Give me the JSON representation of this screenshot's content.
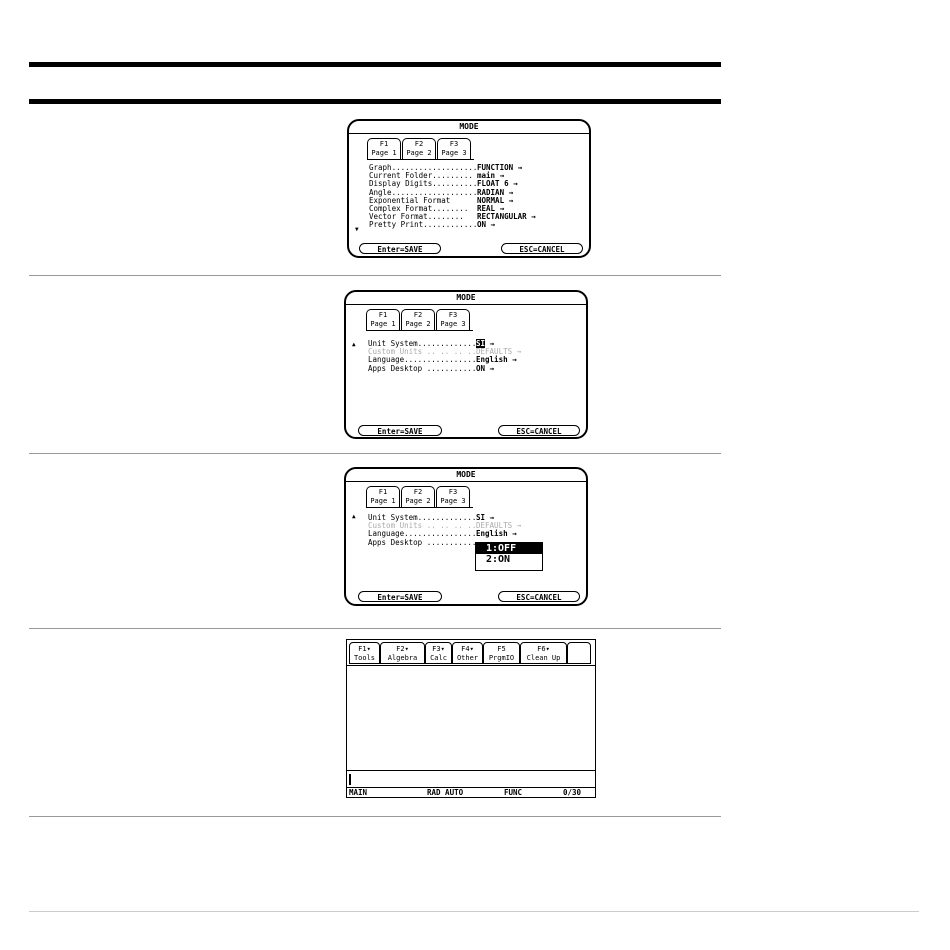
{
  "mode_page1": {
    "title": "MODE",
    "tabs": [
      {
        "key": "F1",
        "label": "Page 1"
      },
      {
        "key": "F2",
        "label": "Page 2"
      },
      {
        "key": "F3",
        "label": "Page 3"
      }
    ],
    "settings": [
      {
        "label": "Graph.........................",
        "value": "FUNCTION →"
      },
      {
        "label": "Current Folder.........",
        "value": "main →"
      },
      {
        "label": "Display Digits............",
        "value": "FLOAT 6 →"
      },
      {
        "label": "Angle..........................",
        "value": "RADIAN →"
      },
      {
        "label": "Exponential Format",
        "value": "NORMAL →"
      },
      {
        "label": "Complex Format........",
        "value": "REAL →"
      },
      {
        "label": "Vector Format........",
        "value": "RECTANGULAR →"
      },
      {
        "label": "Pretty Print..............",
        "value": "ON →"
      }
    ],
    "scroll_indicator": "▼",
    "save_label": "Enter=SAVE",
    "cancel_label": "ESC=CANCEL"
  },
  "mode_page3": {
    "title": "MODE",
    "tabs": [
      {
        "key": "F1",
        "label": "Page 1"
      },
      {
        "key": "F2",
        "label": "Page 2"
      },
      {
        "key": "F3",
        "label": "Page 3"
      }
    ],
    "settings": [
      {
        "label": "Unit System..............",
        "value": "SI",
        "suffix": " →"
      },
      {
        "label": "Custom Units .. .. .. ..",
        "value": "DEFAULTS →"
      },
      {
        "label": "Language..................",
        "value": "English →"
      },
      {
        "label": "Apps Desktop ...........",
        "value": "ON →"
      }
    ],
    "scroll_indicator": "▲",
    "save_label": "Enter=SAVE",
    "cancel_label": "ESC=CANCEL"
  },
  "mode_page3_dropdown": {
    "title": "MODE",
    "tabs": [
      {
        "key": "F1",
        "label": "Page 1"
      },
      {
        "key": "F2",
        "label": "Page 2"
      },
      {
        "key": "F3",
        "label": "Page 3"
      }
    ],
    "settings": [
      {
        "label": "Unit System..............",
        "value": "SI →"
      },
      {
        "label": "Custom Units .. .. .. ..",
        "value": "DEFAULTS →"
      },
      {
        "label": "Language..................",
        "value": "English →"
      },
      {
        "label": "Apps Desktop ..........."
      }
    ],
    "options": [
      "1:OFF",
      "2:ON"
    ],
    "scroll_indicator": "▲",
    "save_label": "Enter=SAVE",
    "cancel_label": "ESC=CANCEL"
  },
  "home": {
    "tabs": [
      {
        "key": "F1▾",
        "label": "Tools"
      },
      {
        "key": "F2▾",
        "label": "Algebra"
      },
      {
        "key": "F3▾",
        "label": "Calc"
      },
      {
        "key": "F4▾",
        "label": "Other"
      },
      {
        "key": "F5",
        "label": "PrgmIO"
      },
      {
        "key": "F6▾",
        "label": "Clean Up"
      }
    ],
    "status": {
      "folder": "MAIN",
      "mode": "RAD AUTO",
      "graph": "FUNC",
      "count": "0/30"
    }
  }
}
